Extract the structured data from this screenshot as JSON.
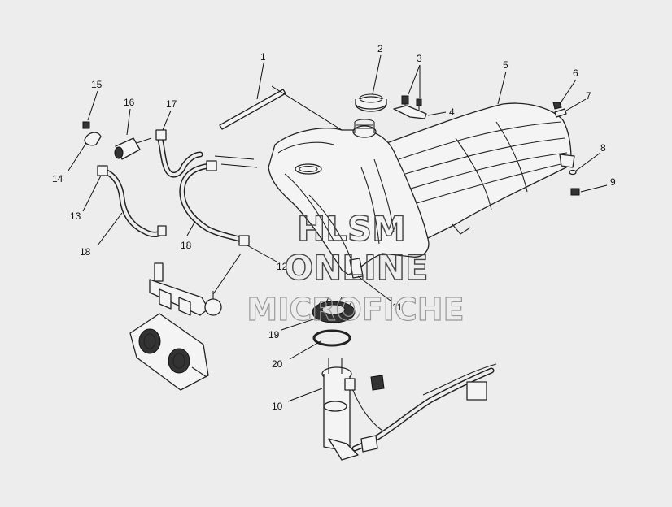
{
  "callouts": [
    {
      "id": "1",
      "text": "1"
    },
    {
      "id": "2",
      "text": "2"
    },
    {
      "id": "3",
      "text": "3"
    },
    {
      "id": "4",
      "text": "4"
    },
    {
      "id": "5",
      "text": "5"
    },
    {
      "id": "6",
      "text": "6"
    },
    {
      "id": "7",
      "text": "7"
    },
    {
      "id": "8",
      "text": "8"
    },
    {
      "id": "9",
      "text": "9"
    },
    {
      "id": "10",
      "text": "10"
    },
    {
      "id": "11",
      "text": "11"
    },
    {
      "id": "12",
      "text": "12"
    },
    {
      "id": "13",
      "text": "13"
    },
    {
      "id": "14",
      "text": "14"
    },
    {
      "id": "15",
      "text": "15"
    },
    {
      "id": "16",
      "text": "16"
    },
    {
      "id": "17",
      "text": "17"
    },
    {
      "id": "18a",
      "text": "18"
    },
    {
      "id": "18b",
      "text": "18"
    },
    {
      "id": "19",
      "text": "19"
    },
    {
      "id": "20",
      "text": "20"
    }
  ],
  "watermark": {
    "line1": "HLSM",
    "line2": "ONLINE",
    "line3": "MICROFICHE"
  }
}
